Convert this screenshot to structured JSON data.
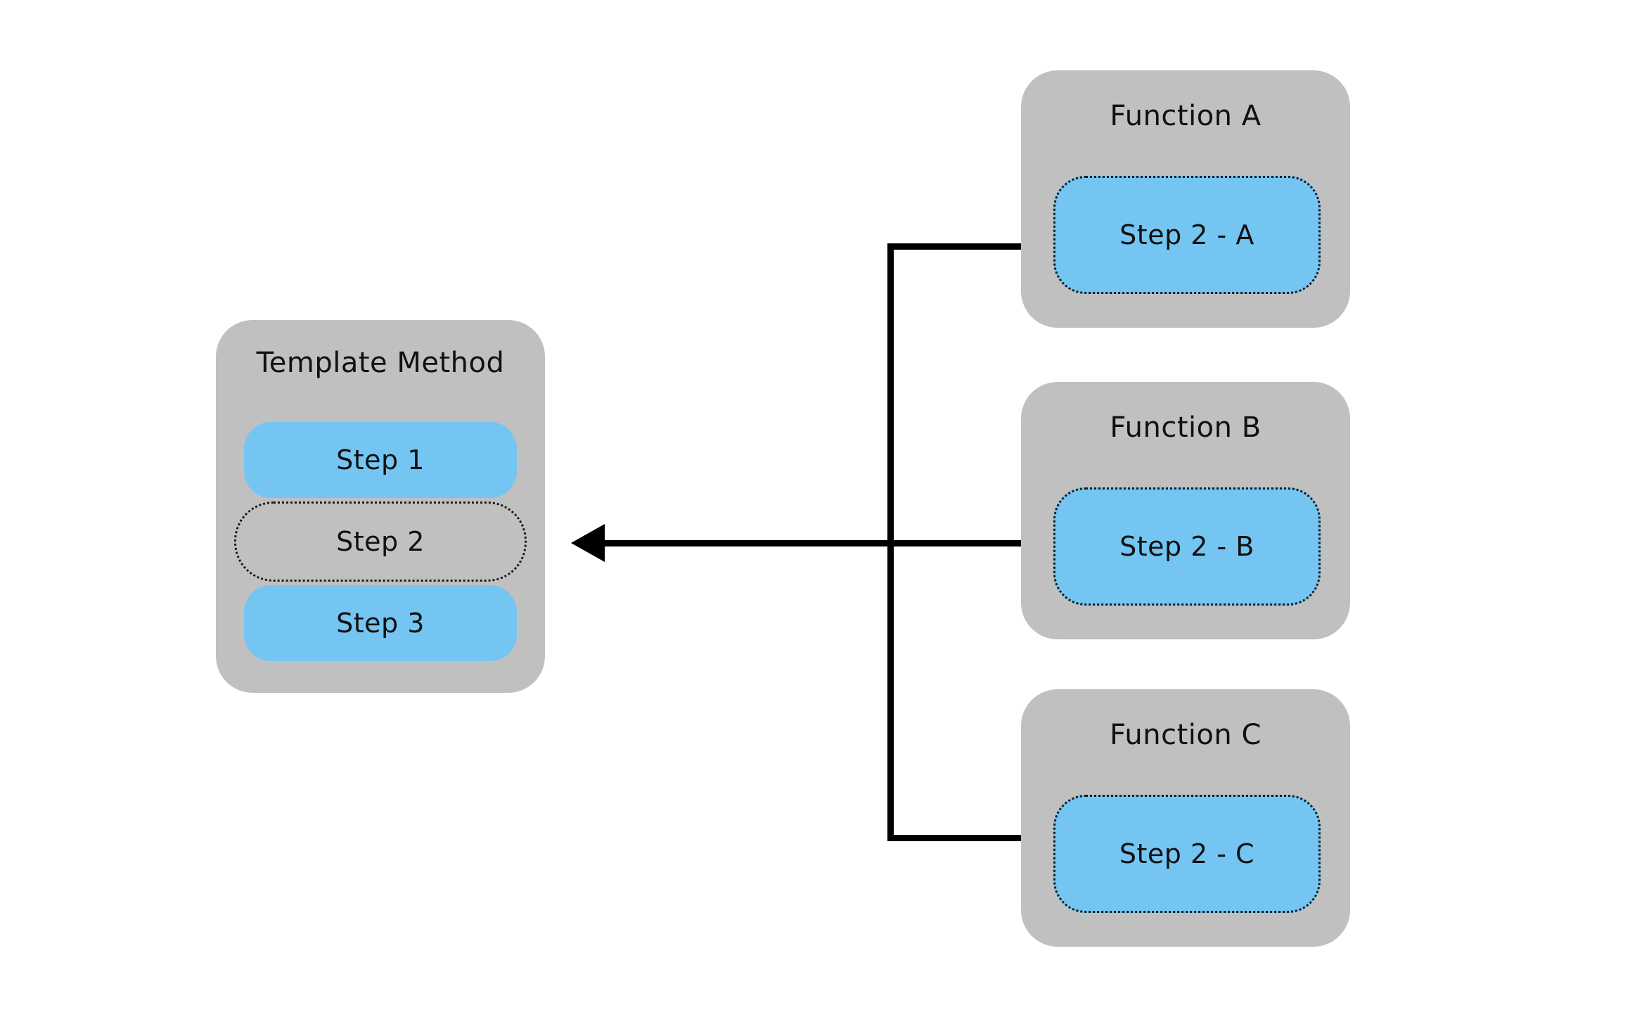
{
  "diagram": {
    "type": "template-method-pattern",
    "background_color": "#ffffff",
    "card_color": "#c0c0c0",
    "step_color": "#74c5f2",
    "line_color": "#000000",
    "text_color": "#111111"
  },
  "template_card": {
    "title": "Template Method",
    "steps": [
      {
        "label": "Step 1",
        "style": "concrete"
      },
      {
        "label": "Step 2",
        "style": "hook"
      },
      {
        "label": "Step 3",
        "style": "concrete"
      }
    ]
  },
  "implementations": [
    {
      "title": "Function A",
      "step_label": "Step 2 - A"
    },
    {
      "title": "Function B",
      "step_label": "Step 2 - B"
    },
    {
      "title": "Function C",
      "step_label": "Step 2 - C"
    }
  ],
  "connector": {
    "direction": "right-to-left",
    "arrow_target": "Step 2",
    "branch_count": 3
  }
}
